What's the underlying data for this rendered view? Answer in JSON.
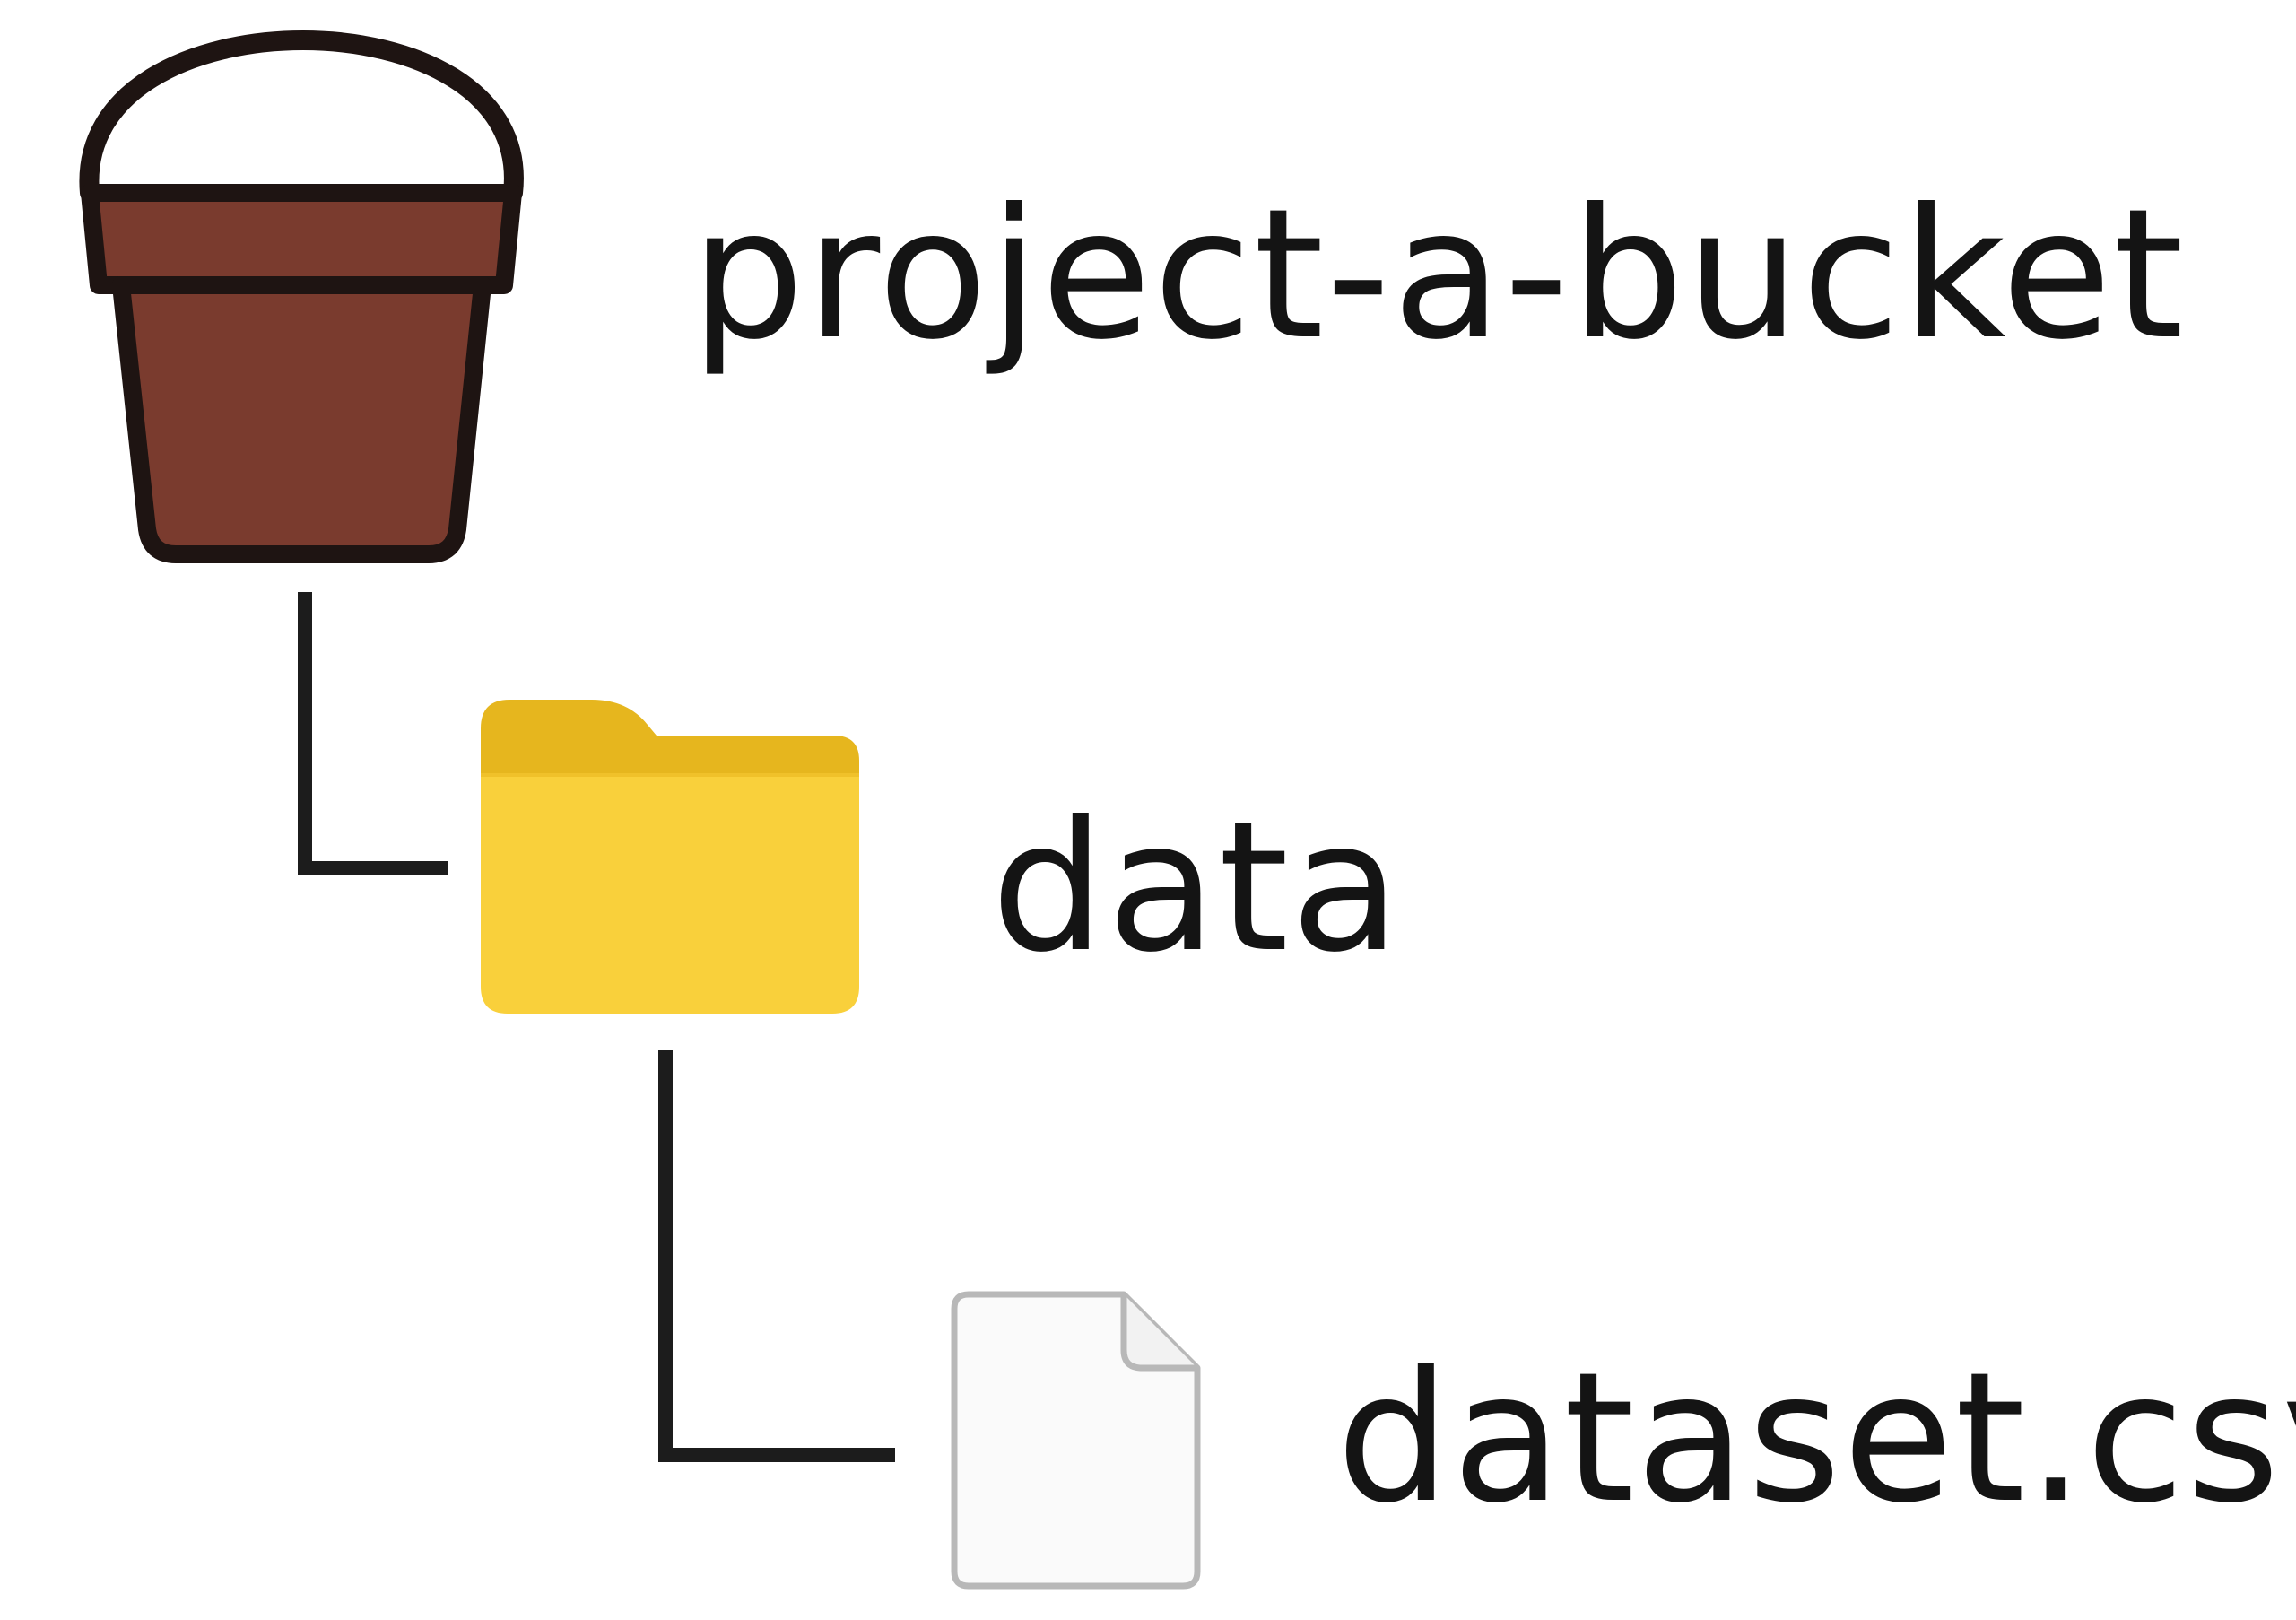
{
  "tree": {
    "bucket": {
      "label": "project-a-bucket",
      "icon": "bucket-icon"
    },
    "folder": {
      "label": "data",
      "icon": "folder-icon"
    },
    "file": {
      "label": "dataset.csv",
      "icon": "file-icon"
    }
  },
  "colors": {
    "bucket_body": "#7a3b2e",
    "bucket_outline": "#1e1412",
    "folder_tab": "#e6b61e",
    "folder_body": "#f9d03b",
    "file_fill": "#fafafa",
    "file_outline": "#b8b8b8",
    "connector": "#1c1c1c",
    "text": "#141414"
  }
}
